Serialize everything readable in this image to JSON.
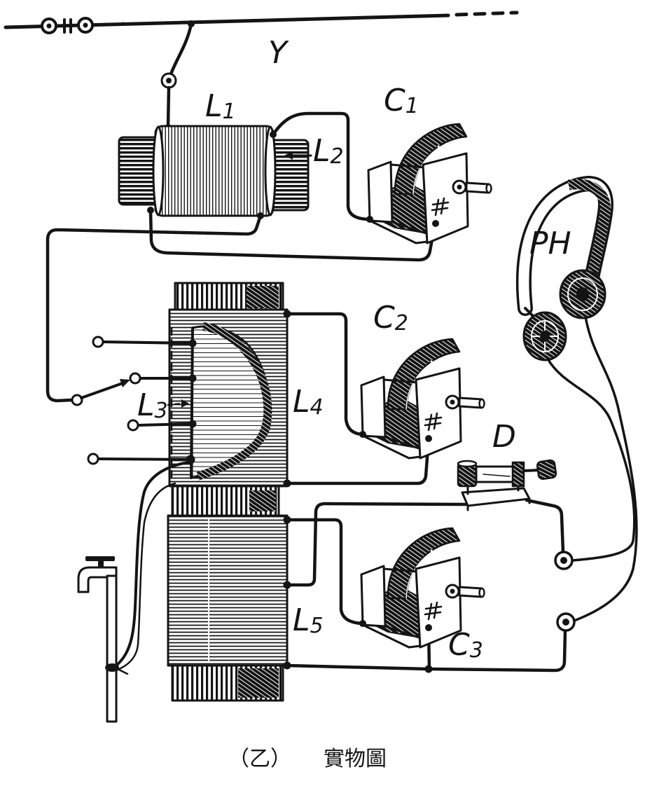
{
  "labels": {
    "antenna_lead": {
      "main": "Y"
    },
    "coil_l1": {
      "main": "L",
      "sub": "1"
    },
    "coil_l2": {
      "main": "L",
      "sub": "2"
    },
    "capacitor_c1": {
      "main": "C",
      "sub": "1"
    },
    "headphones": {
      "main": "PH"
    },
    "coil_l3": {
      "main": "L",
      "sub": "3"
    },
    "coil_l4": {
      "main": "L",
      "sub": "4"
    },
    "capacitor_c2": {
      "main": "C",
      "sub": "2"
    },
    "detector": {
      "main": "D"
    },
    "coil_l5": {
      "main": "L",
      "sub": "5"
    },
    "capacitor_c3": {
      "main": "C",
      "sub": "3"
    }
  },
  "caption": {
    "part": "（乙）",
    "title": "實物圖"
  },
  "colors": {
    "ink": "#141414",
    "paper": "#ffffff"
  }
}
